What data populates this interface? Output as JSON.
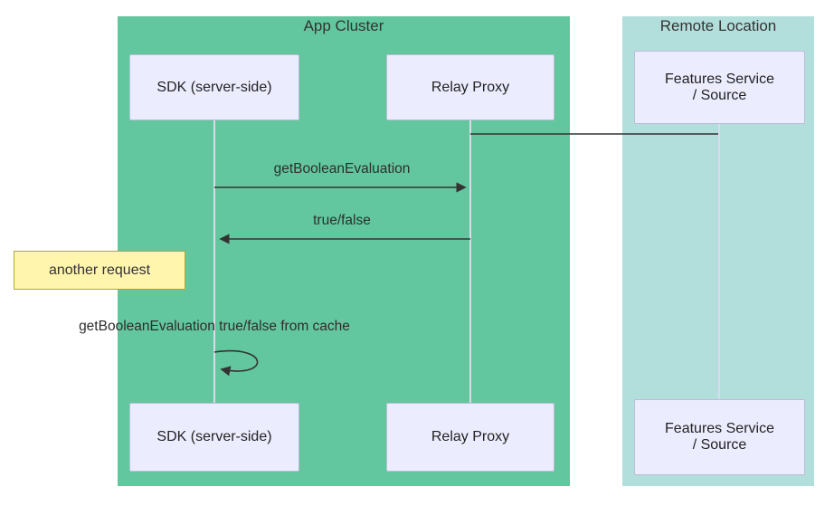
{
  "clusters": {
    "app": {
      "label": "App Cluster"
    },
    "remote": {
      "label": "Remote Location"
    }
  },
  "participants": {
    "sdk_top": "SDK (server-side)",
    "relay_top": "Relay Proxy",
    "features_top": "Features Service\n/ Source",
    "sdk_bottom": "SDK (server-side)",
    "relay_bottom": "Relay Proxy",
    "features_bottom": "Features Service\n/ Source"
  },
  "messages": {
    "get_boolean_evaluation": "getBooleanEvaluation",
    "true_false": "true/false",
    "cache_response": "getBooleanEvaluation true/false from cache"
  },
  "note": {
    "text": "another request"
  },
  "colors": {
    "app_cluster_bg": "#62C79E",
    "remote_cluster_bg": "#B2DFDB",
    "participant_bg": "#ECECFF",
    "participant_border": "#BCBCD8",
    "note_bg": "#FFF5AD",
    "note_border": "#AAAA33",
    "line": "#333333",
    "lifeline": "#DADAEC"
  }
}
